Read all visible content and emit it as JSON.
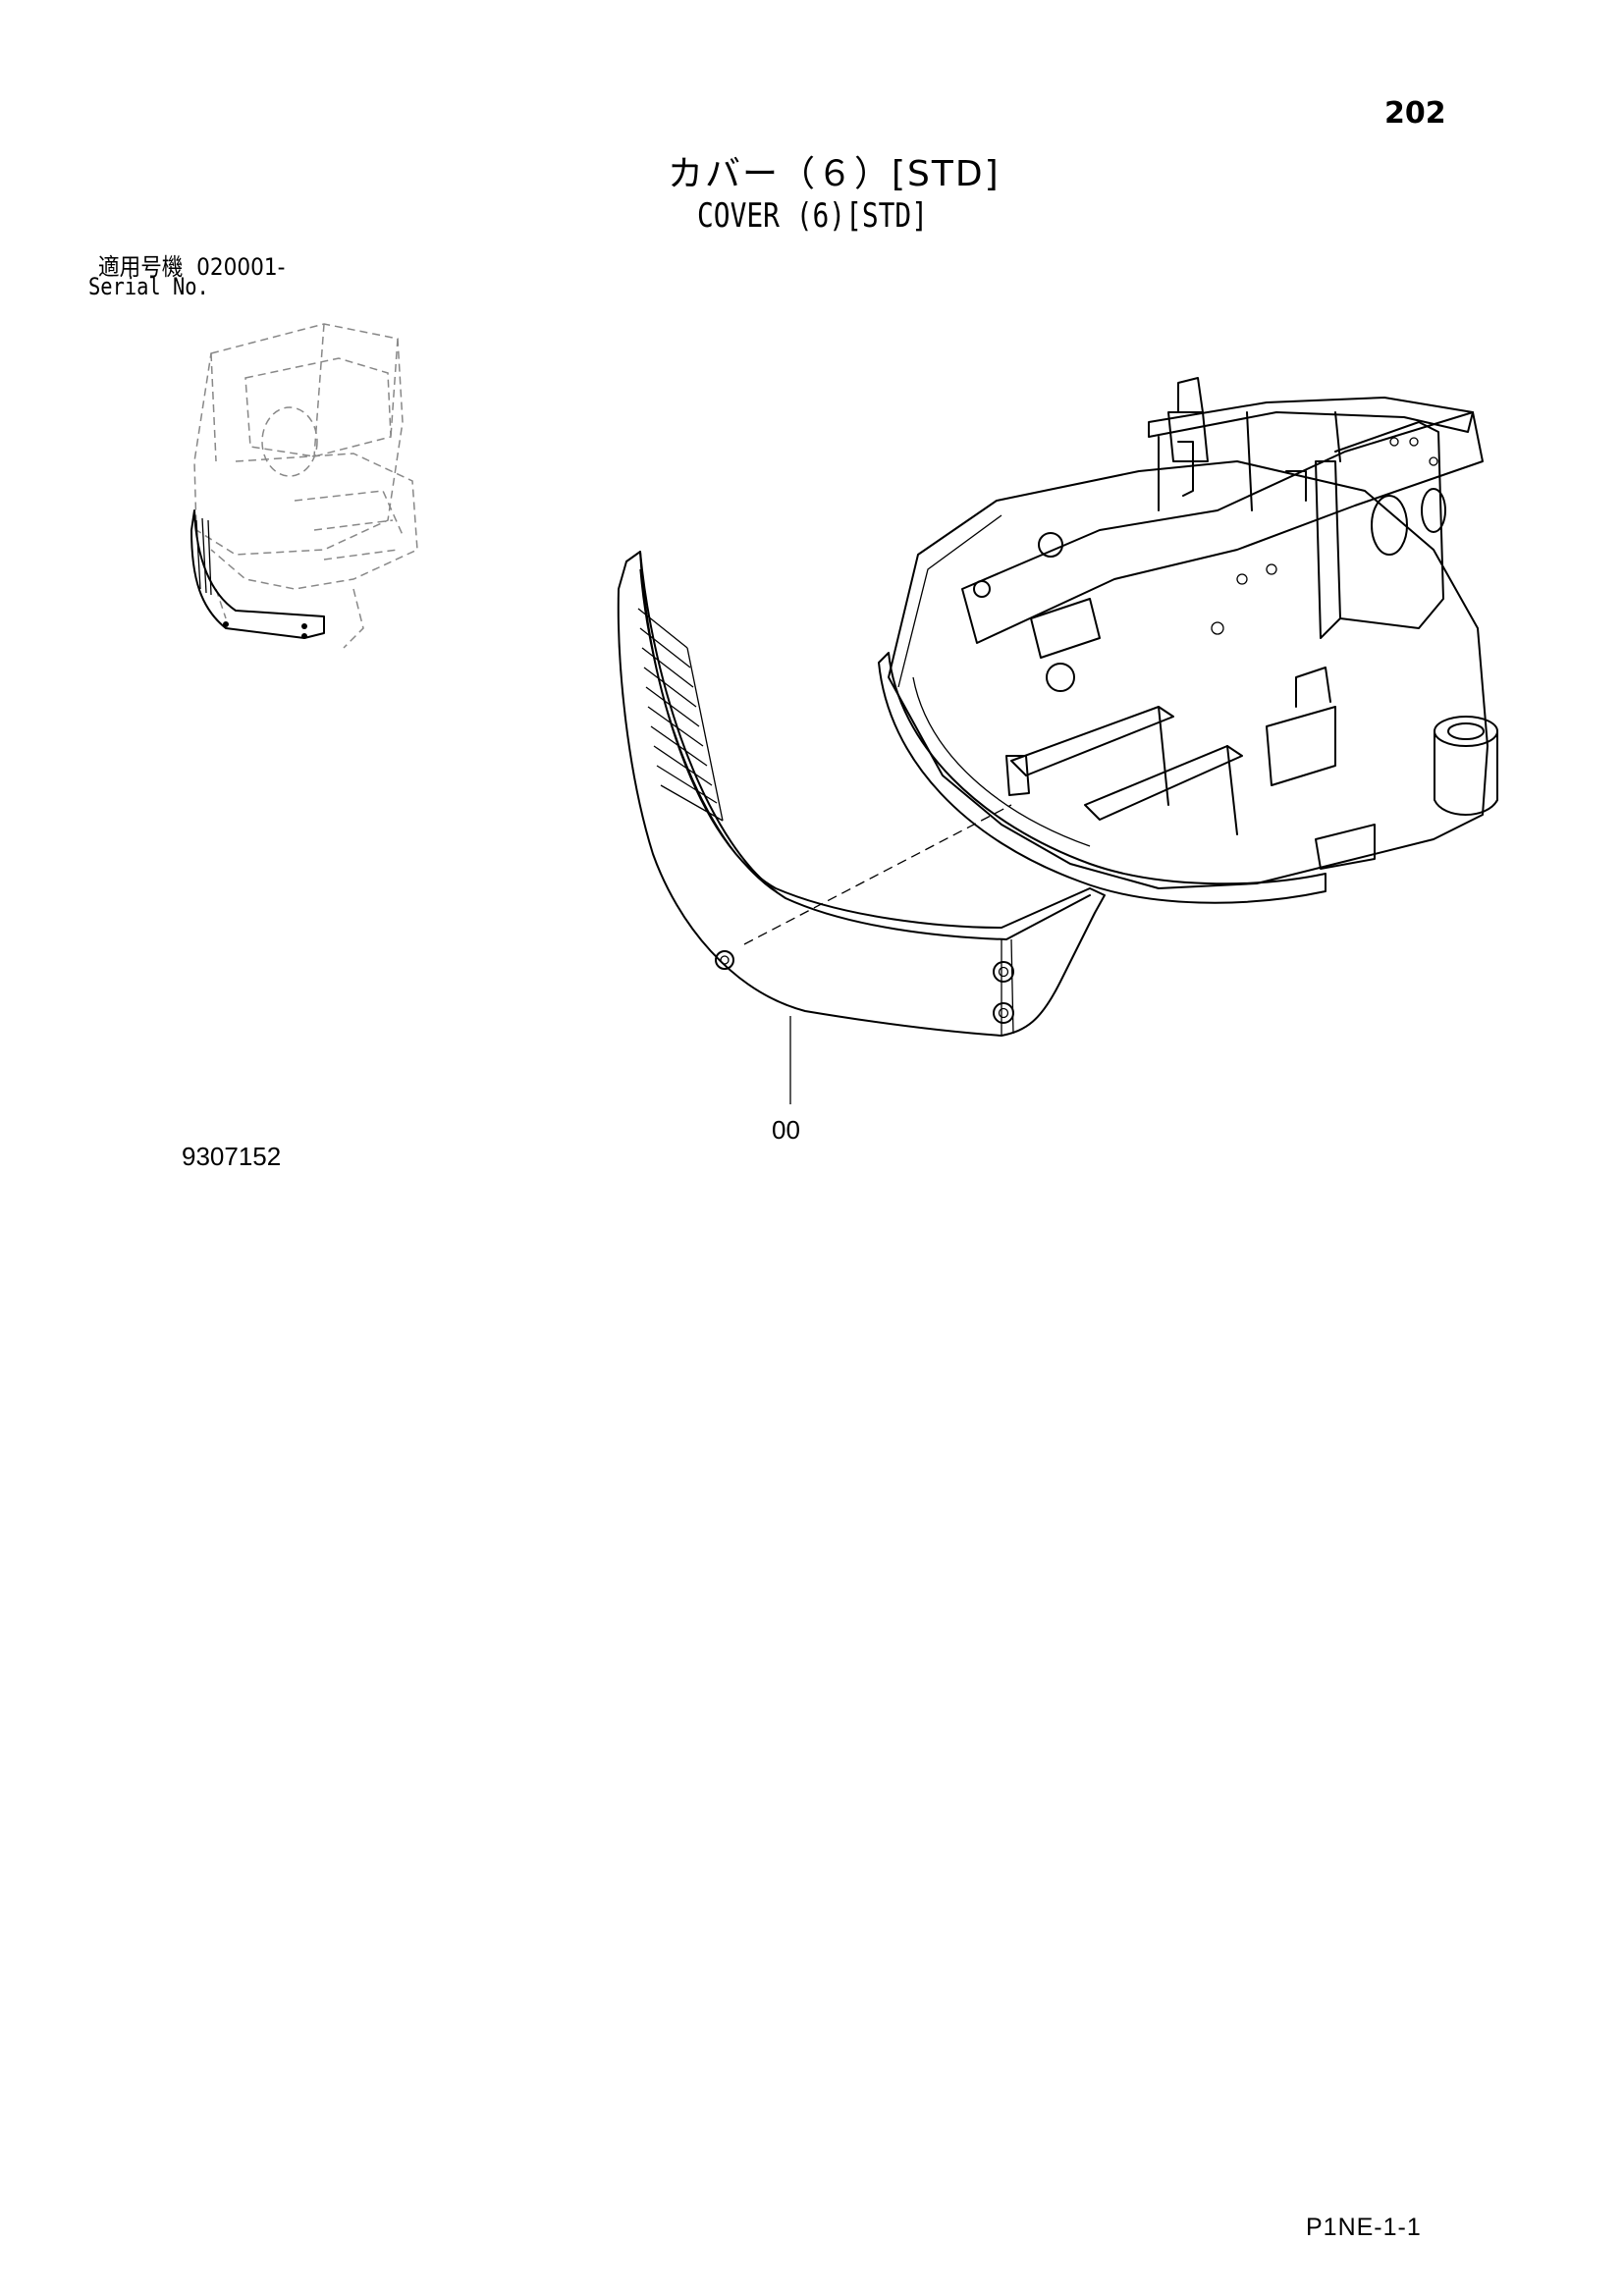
{
  "header": {
    "page_number": "202",
    "title_jp": "カバー（６）[STD]",
    "title_en": "COVER (6)[STD]"
  },
  "serial": {
    "label_jp": "適用号機",
    "value": "020001-",
    "label_en": "Serial No."
  },
  "drawing": {
    "number": "9307152",
    "callout": "00"
  },
  "footer": {
    "code": "P1NE-1-1"
  }
}
